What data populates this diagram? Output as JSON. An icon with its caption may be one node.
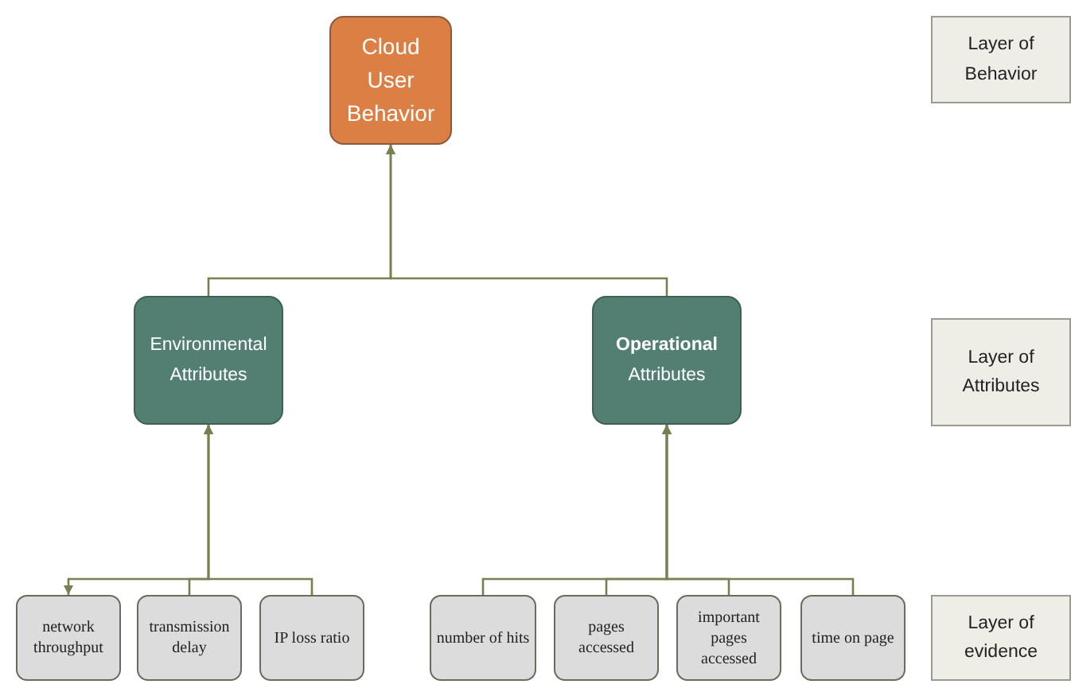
{
  "diagram": {
    "nodes": [
      {
        "text": [
          "Cloud User Behavior"
        ]
      },
      {
        "text": [
          "Layer of Behavior"
        ]
      },
      {
        "text": [
          "Environmental Attributes"
        ]
      },
      {
        "text": [
          "**Operational** Attributes"
        ]
      },
      {
        "text": [
          "Layer of Attributes"
        ]
      },
      {
        "text": [
          "network throughput"
        ]
      },
      {
        "text": [
          "transmission delay"
        ]
      },
      {
        "text": [
          "IP loss ratio"
        ]
      },
      {
        "text": [
          "number of hits"
        ]
      },
      {
        "text": [
          "pages accessed"
        ]
      },
      {
        "text": [
          "important pages accessed"
        ]
      },
      {
        "text": [
          "time on page"
        ]
      },
      {
        "text": [
          "Layer of evidence"
        ]
      }
    ],
    "edges": [
      {
        "from": 2,
        "to": 0,
        "arrow": "to"
      },
      {
        "from": 3,
        "to": 0,
        "arrow": "to"
      },
      {
        "from": 5,
        "to": 2,
        "arrow": "both"
      },
      {
        "from": 6,
        "to": 2,
        "arrow": "to"
      },
      {
        "from": 7,
        "to": 2,
        "arrow": "to"
      },
      {
        "from": 8,
        "to": 3,
        "arrow": "to"
      },
      {
        "from": 9,
        "to": 3,
        "arrow": "to"
      },
      {
        "from": 10,
        "to": 3,
        "arrow": "to"
      },
      {
        "from": 11,
        "to": 3,
        "arrow": "to"
      }
    ]
  }
}
